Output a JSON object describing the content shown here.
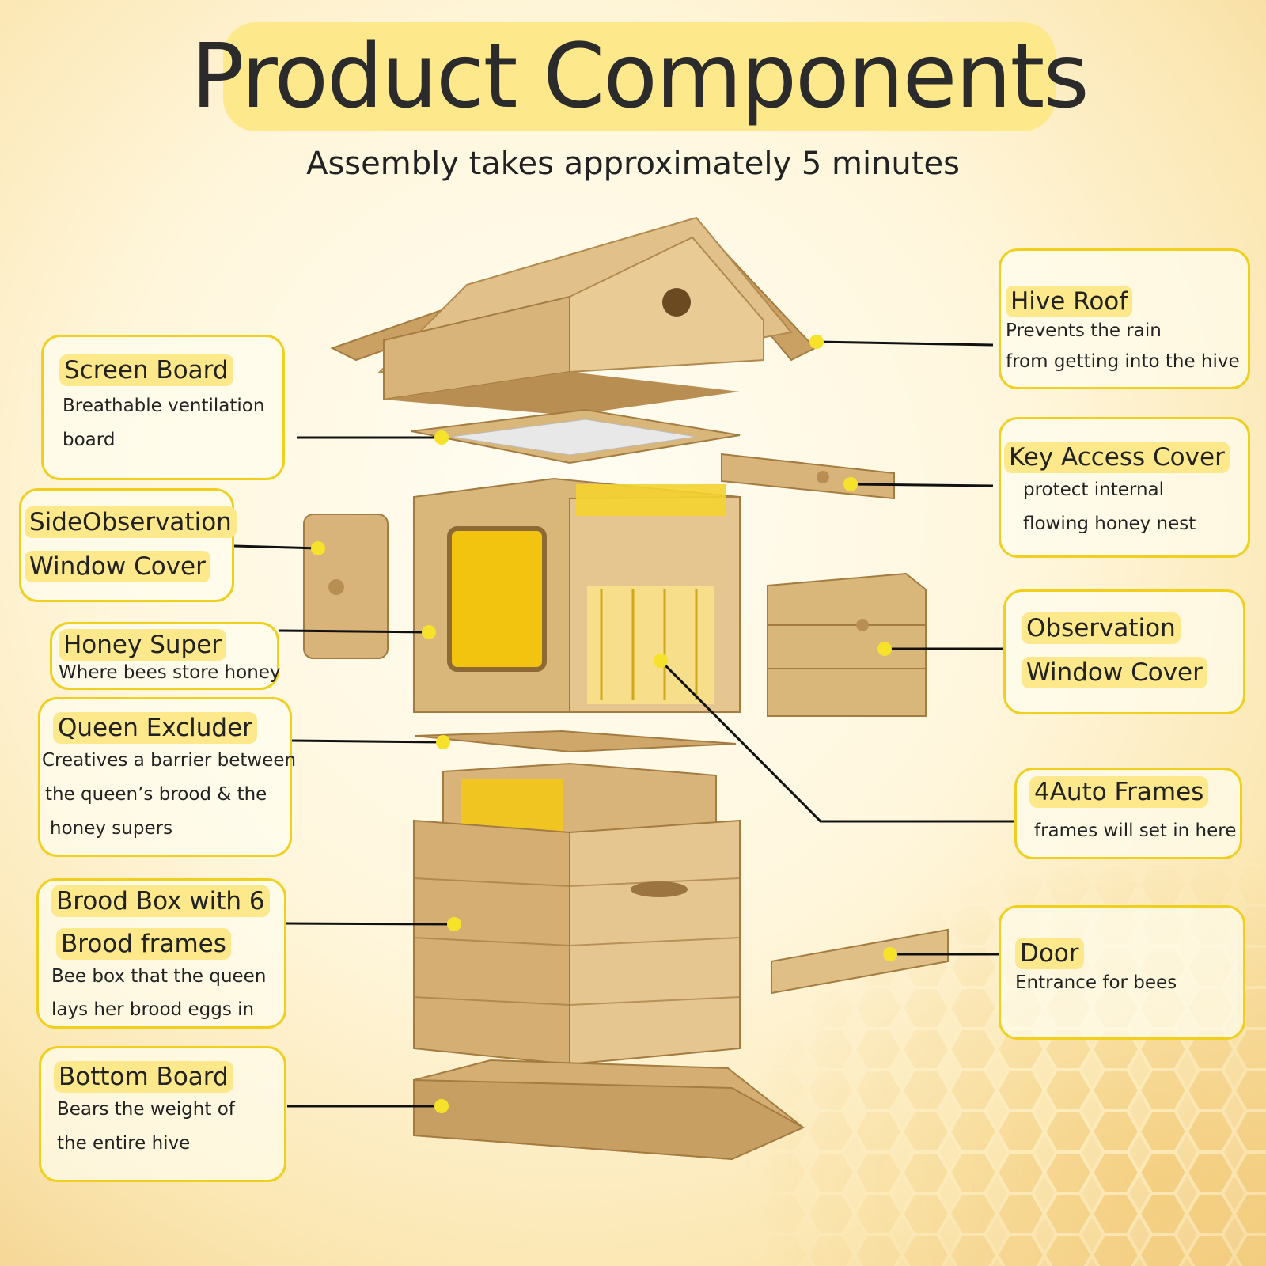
{
  "title": "Product Components",
  "subtitle": "Assembly takes approximately 5 minutes",
  "components": {
    "screen_board": {
      "name": "Screen Board",
      "desc1": "Breathable ventilation",
      "desc2": "board"
    },
    "side_observation": {
      "name1": "SideObservation",
      "name2": "Window Cover"
    },
    "honey_super": {
      "name": "Honey Super",
      "desc1": "Where bees store honey"
    },
    "queen_excluder": {
      "name": "Queen Excluder",
      "desc1": "Creatives a barrier between",
      "desc2": "the queen’s brood & the",
      "desc3": "honey supers"
    },
    "brood_box": {
      "name1": "Brood Box with 6",
      "name2": "Brood frames",
      "desc1": "Bee box that the queen",
      "desc2": "lays her brood eggs in"
    },
    "bottom_board": {
      "name": "Bottom Board",
      "desc1": "Bears the weight of",
      "desc2": "the entire hive"
    },
    "hive_roof": {
      "name": "Hive Roof",
      "desc1": "Prevents the rain",
      "desc2": "from getting into the  hive"
    },
    "key_access_cover": {
      "name": "Key Access Cover",
      "desc1": "protect internal",
      "desc2": "flowing honey nest"
    },
    "observation_window": {
      "name1": "Observation",
      "name2": "Window Cover"
    },
    "auto_frames": {
      "name": "4Auto Frames",
      "desc1": "frames will set in here"
    },
    "door": {
      "name": "Door",
      "desc1": "Entrance for bees"
    }
  },
  "colors": {
    "highlight": "#fde88b",
    "border": "#f0cf1f",
    "wood": "#d9b67a",
    "honey": "#f2c410",
    "dot": "#f6e22a"
  }
}
